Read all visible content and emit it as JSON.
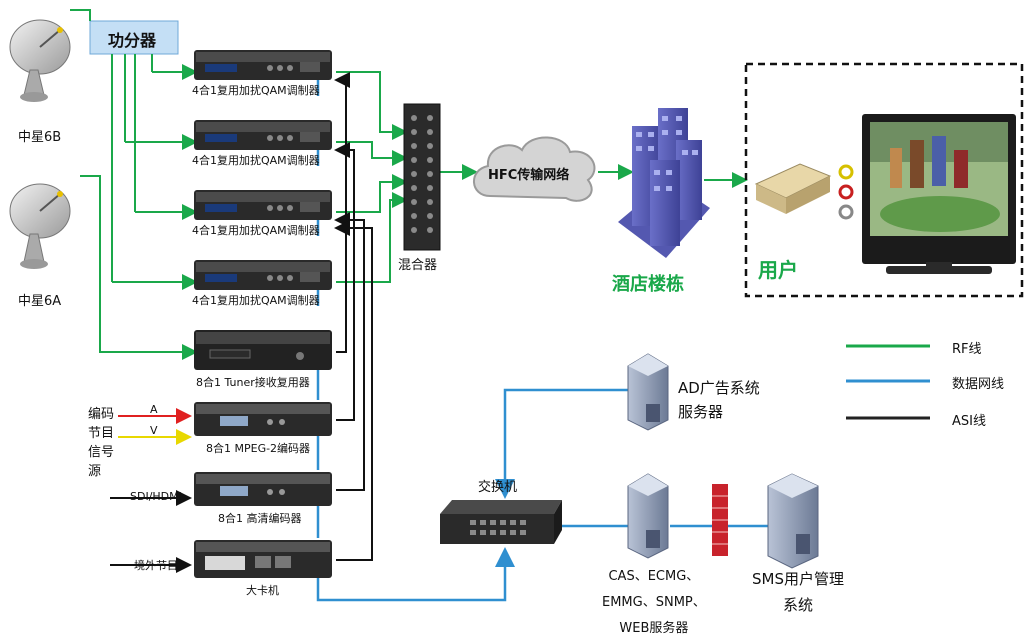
{
  "splitter": "功分器",
  "satellites": [
    "中星6B",
    "中星6A"
  ],
  "devices": [
    "4合1复用加扰QAM调制器",
    "4合1复用加扰QAM调制器",
    "4合1复用加扰QAM调制器",
    "4合1复用加扰QAM调制器",
    "8合1 Tuner接收复用器",
    "8合1 MPEG-2编码器",
    "8合1 高清编码器",
    "大卡机"
  ],
  "source_label": "编码\n节目\n信号\n源",
  "av_labels": [
    "A",
    "V"
  ],
  "sdi_label": "SDI/HDMI",
  "overseas_label": "境外节目",
  "mixer": "混合器",
  "hfc": "HFC传输网络",
  "hotel": "酒店楼栋",
  "user": "用户",
  "switch": "交换机",
  "ad_server": "AD广告系统\n服务器",
  "cas_server": "CAS、ECMG、\nEMMG、SNMP、\nWEB服务器",
  "sms_server": "SMS用户管理\n系统",
  "legend": [
    {
      "label": "RF线",
      "color": "#1aa84a"
    },
    {
      "label": "数据网线",
      "color": "#2f8fd0"
    },
    {
      "label": "ASI线",
      "color": "#222222"
    }
  ]
}
